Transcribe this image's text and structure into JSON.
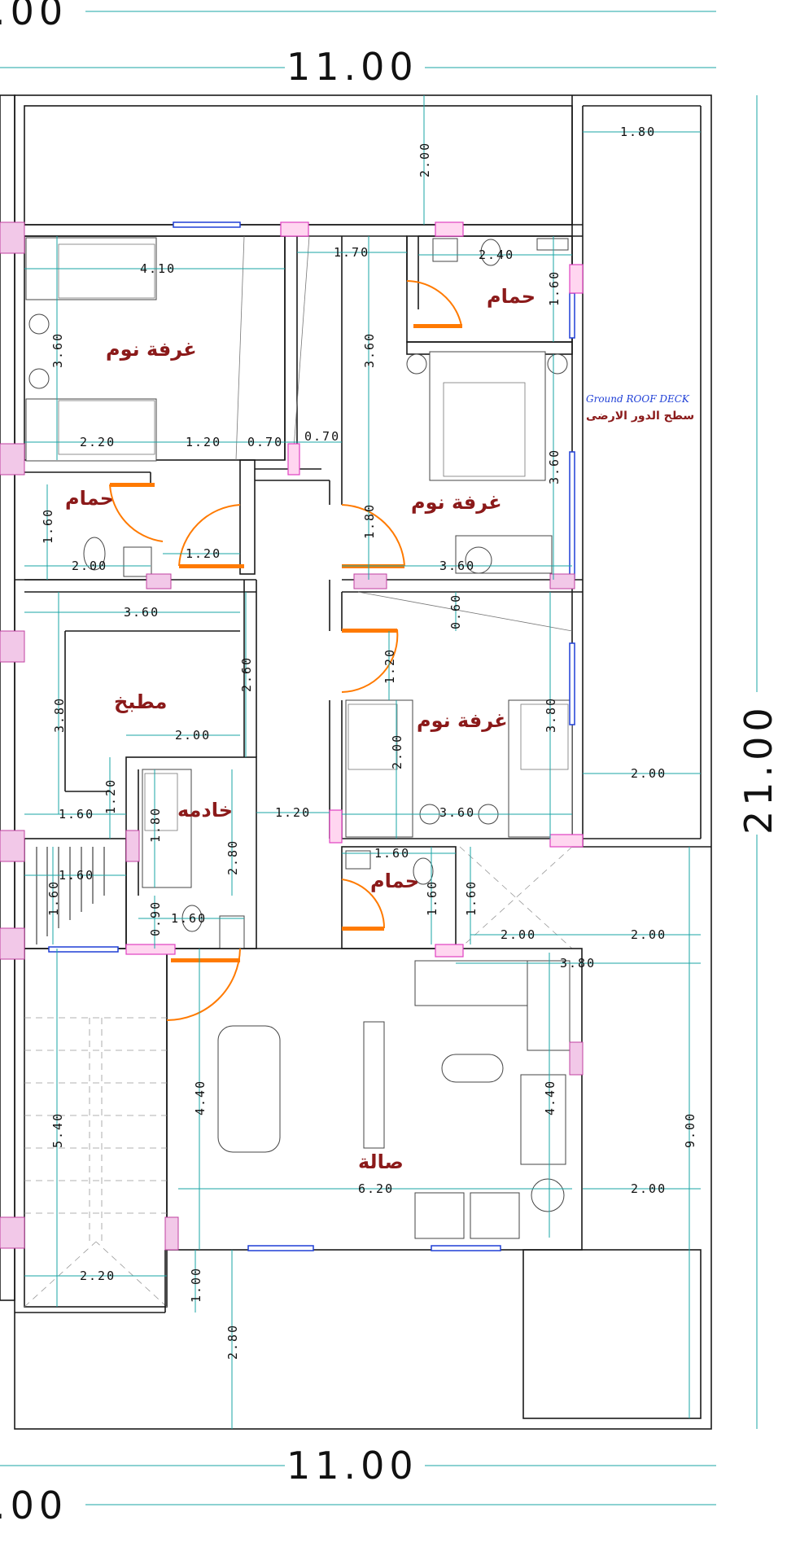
{
  "overall": {
    "top_width": "11.00",
    "bottom_width": "11.00",
    "right_height": "21.00",
    "left_partial_top": ".00",
    "left_partial_bottom": ".00"
  },
  "rooms": {
    "bedroom_1": "غرفة نوم",
    "bedroom_2": "غرفة نوم",
    "bedroom_3": "غرفة نوم",
    "bath_1": "حمام",
    "bath_2": "حمام",
    "bath_3": "حمام",
    "kitchen": "مطبخ",
    "maid": "خادمه",
    "hall": "صالة"
  },
  "notes": {
    "roof_en": "Ground ROOF DECK",
    "roof_ar": "سطح الدور الارضى"
  },
  "dims": {
    "d_2_00_top": "2.00",
    "d_1_80_top": "1.80",
    "d_4_10": "4.10",
    "d_1_70": "1.70",
    "d_2_40": "2.40",
    "d_1_60_bath_r": "1.60",
    "d_3_60_l": "3.60",
    "d_3_60_mid": "3.60",
    "d_2_20": "2.20",
    "d_1_20_a": "1.20",
    "d_0_70_a": "0.70",
    "d_0_70_b": "0.70",
    "d_3_60_r": "3.60",
    "d_1_60_bath_l": "1.60",
    "d_1_80_mid": "1.80",
    "d_2_00_bath": "2.00",
    "d_1_20_b": "1.20",
    "d_3_60_bed_r": "3.60",
    "d_3_60_kitchen": "3.60",
    "d_0_60": "0.60",
    "d_2_60": "2.60",
    "d_1_20_c": "1.20",
    "d_3_80_k": "3.80",
    "d_2_00_k": "2.00",
    "d_2_00_bed3": "2.00",
    "d_3_80_bed3": "3.80",
    "d_2_00_right1": "2.00",
    "d_1_20_d": "1.20",
    "d_1_60_stair": "1.60",
    "d_1_80_maid": "1.80",
    "d_1_20_e": "1.20",
    "d_3_60_bed3": "3.60",
    "d_1_60_stair2": "1.60",
    "d_1_60_stair3": "1.60",
    "d_2_80_maid": "2.80",
    "d_1_60_bath3": "1.60",
    "d_1_60_bath3v": "1.60",
    "d_1_60_bath3v2": "1.60",
    "d_0_90": "0.90",
    "d_1_60_maidbath": "1.60",
    "d_2_00_bath3": "2.00",
    "d_2_00_right2": "2.00",
    "d_3_80_hall": "3.80",
    "d_5_40": "5.40",
    "d_4_40_l": "4.40",
    "d_4_40_r": "4.40",
    "d_9_00": "9.00",
    "d_6_20": "6.20",
    "d_2_00_right3": "2.00",
    "d_2_20_stair": "2.20",
    "d_1_00": "1.00",
    "d_2_80_bottom": "2.80"
  },
  "colors": {
    "wall": "#1a1a1a",
    "dim_line": "#1aa6a6",
    "door": "#ff7a00",
    "window": "#1f3fd6",
    "room_label": "#8b1a1a",
    "pier": "#e040c0"
  }
}
